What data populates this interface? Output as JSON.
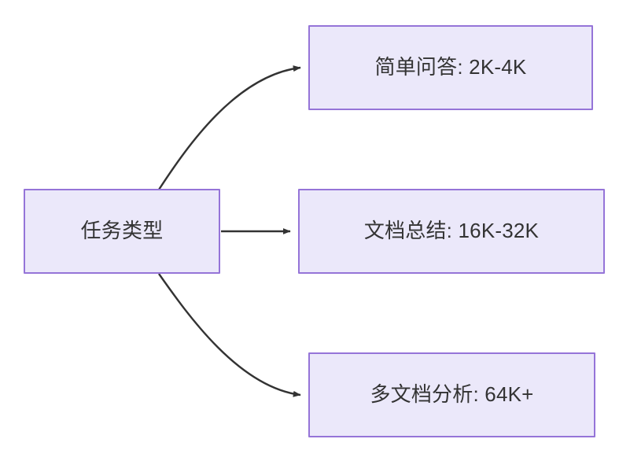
{
  "diagram": {
    "type": "flowchart",
    "direction": "left-to-right",
    "background_color": "#ffffff",
    "node_fill_color": "#ebe8fa",
    "node_border_color": "#9574d8",
    "node_text_color": "#333333",
    "edge_color": "#333333",
    "nodes": [
      {
        "id": "root",
        "label": "任务类型",
        "role": "source"
      },
      {
        "id": "simple-qa",
        "label": "简单问答: 2K-4K",
        "role": "target"
      },
      {
        "id": "doc-sum",
        "label": "文档总结: 16K-32K",
        "role": "target"
      },
      {
        "id": "multi-doc",
        "label": "多文档分析: 64K+",
        "role": "target"
      }
    ],
    "edges": [
      {
        "id": "edge-root-simple-qa",
        "from": "root",
        "to": "simple-qa",
        "label": "",
        "style": "curved-arrow"
      },
      {
        "id": "edge-root-doc-sum",
        "from": "root",
        "to": "doc-sum",
        "label": "",
        "style": "straight-arrow"
      },
      {
        "id": "edge-root-multi-doc",
        "from": "root",
        "to": "multi-doc",
        "label": "",
        "style": "curved-arrow"
      }
    ]
  }
}
